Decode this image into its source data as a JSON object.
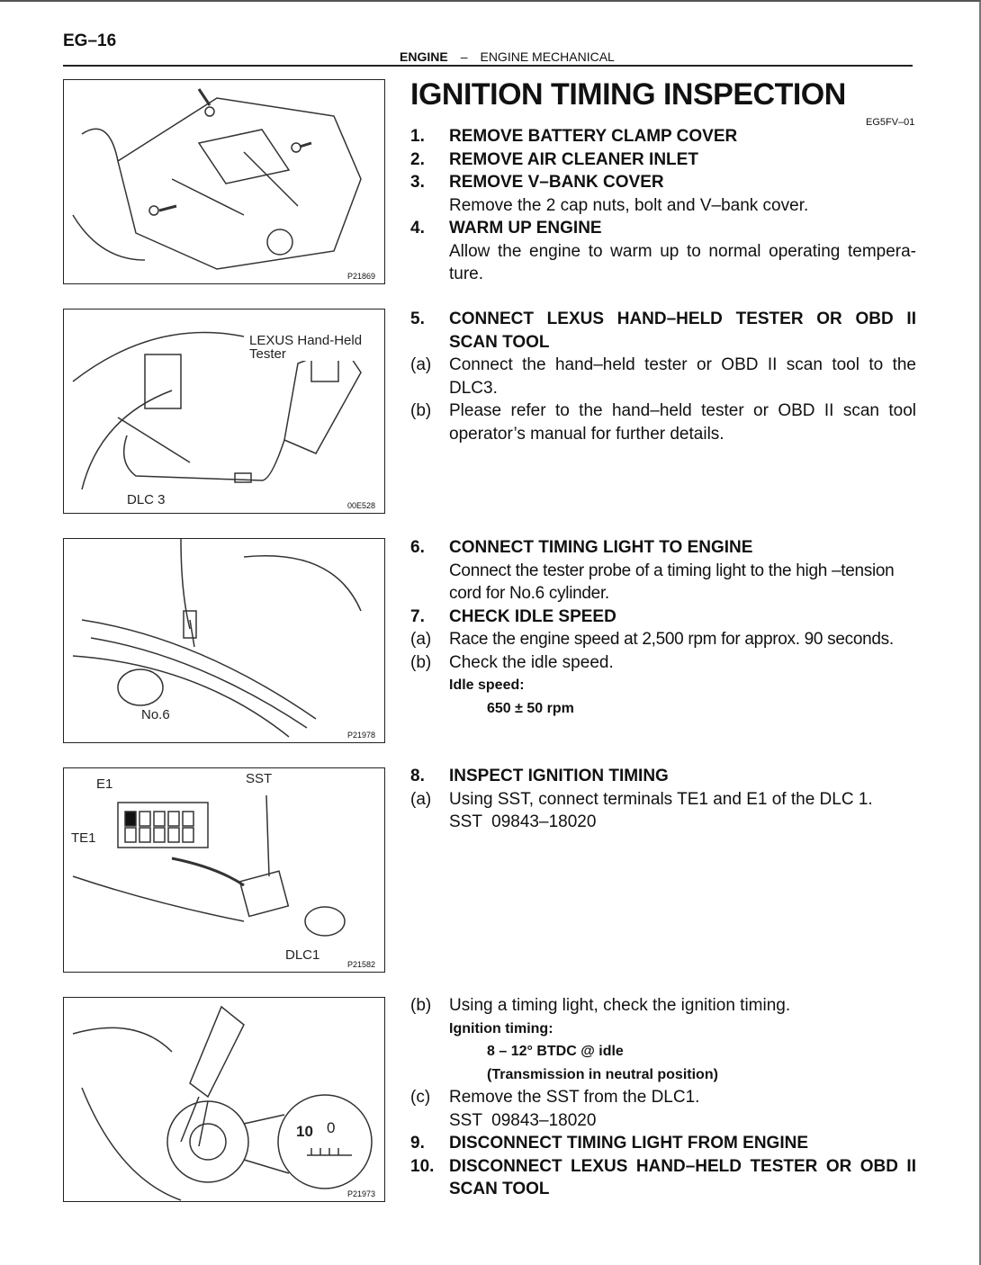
{
  "header": {
    "page_number": "EG–16",
    "section": "ENGINE",
    "separator": "–",
    "subsection": "ENGINE MECHANICAL"
  },
  "title": "IGNITION TIMING INSPECTION",
  "doc_code": "EG5FV–01",
  "figures": [
    {
      "code": "P21869",
      "labels": []
    },
    {
      "code": "00E528",
      "labels": [
        "LEXUS Hand-Held",
        "Tester",
        "DLC 3"
      ]
    },
    {
      "code": "P21978",
      "labels": [
        "No.6"
      ]
    },
    {
      "code": "P21582",
      "labels": [
        "E1",
        "SST",
        "TE1",
        "DLC1"
      ]
    },
    {
      "code": "P21973",
      "labels": [
        "10",
        "0"
      ]
    }
  ],
  "steps": {
    "s1": {
      "num": "1.",
      "title": "REMOVE BATTERY CLAMP COVER"
    },
    "s2": {
      "num": "2.",
      "title": "REMOVE AIR CLEANER INLET"
    },
    "s3": {
      "num": "3.",
      "title": "REMOVE V–BANK COVER",
      "text": "Remove the 2 cap nuts, bolt and V–bank cover."
    },
    "s4": {
      "num": "4.",
      "title": "WARM UP ENGINE",
      "text": "Allow the engine to warm up to normal operating tempera- ture."
    },
    "s5": {
      "num": "5.",
      "title": "CONNECT LEXUS HAND–HELD TESTER OR OBD II SCAN TOOL",
      "a": {
        "num": "(a)",
        "text": "Connect the hand–held tester or OBD II scan tool to the DLC3."
      },
      "b": {
        "num": "(b)",
        "text": "Please refer to the hand–held tester or OBD II scan tool operator’s manual for further details."
      }
    },
    "s6": {
      "num": "6.",
      "title": "CONNECT TIMING LIGHT TO ENGINE",
      "text": "Connect the tester probe of a timing light to the high –tension cord for No.6 cylinder."
    },
    "s7": {
      "num": "7.",
      "title": "CHECK IDLE SPEED",
      "a": {
        "num": "(a)",
        "text": "Race the engine speed at 2,500 rpm for approx. 90 seconds."
      },
      "b": {
        "num": "(b)",
        "text": "Check the idle speed."
      },
      "spec_label": "Idle speed:",
      "spec_value": "650 ± 50 rpm"
    },
    "s8": {
      "num": "8.",
      "title": "INSPECT IGNITION TIMING",
      "a": {
        "num": "(a)",
        "text": "Using SST, connect terminals TE1 and E1 of the DLC 1.",
        "sst": "SST  09843–18020"
      },
      "b": {
        "num": "(b)",
        "text": "Using a timing light, check the ignition timing."
      },
      "spec_label": "Ignition timing:",
      "spec_value": "8 – 12° BTDC @ idle",
      "spec_note": "(Transmission in neutral position)",
      "c": {
        "num": "(c)",
        "text": "Remove the SST from the DLC1.",
        "sst": "SST  09843–18020"
      }
    },
    "s9": {
      "num": "9.",
      "title": "DISCONNECT TIMING LIGHT FROM ENGINE"
    },
    "s10": {
      "num": "10.",
      "title": "DISCONNECT LEXUS HAND–HELD TESTER OR OBD II SCAN TOOL"
    }
  }
}
